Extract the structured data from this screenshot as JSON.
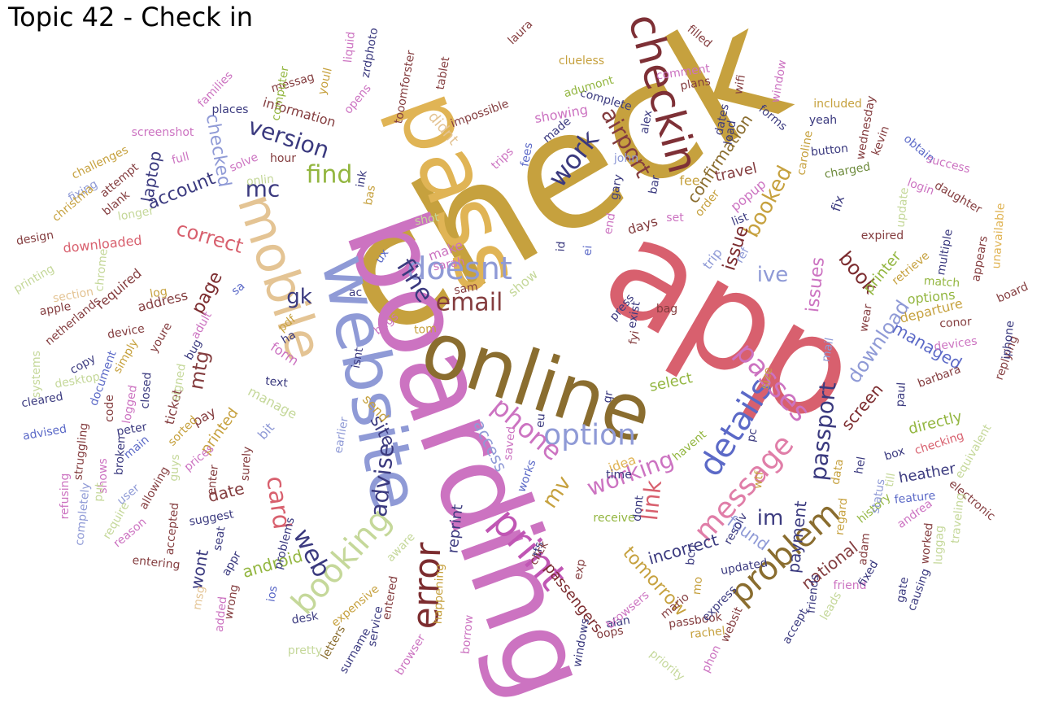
{
  "title": "Topic 42 - Check in",
  "words": [
    {
      "text": "check",
      "color": "#c6a13e"
    },
    {
      "text": "app",
      "color": "#d8606e"
    },
    {
      "text": "boarding",
      "color": "#cc73c1"
    },
    {
      "text": "online",
      "color": "#8a6d2f"
    },
    {
      "text": "pass",
      "color": "#e0b455"
    },
    {
      "text": "website",
      "color": "#8f9ad6"
    },
    {
      "text": "mobile",
      "color": "#e4c494"
    },
    {
      "text": "checkin",
      "color": "#7e3036"
    },
    {
      "text": "booking",
      "color": "#c5d89a"
    },
    {
      "text": "print",
      "color": "#c056b4"
    },
    {
      "text": "error",
      "color": "#7c2c2f"
    },
    {
      "text": "option",
      "color": "#8f9ad6"
    },
    {
      "text": "email",
      "color": "#843d3f"
    },
    {
      "text": "problem",
      "color": "#8a6d2f"
    },
    {
      "text": "details",
      "color": "#5b69c7"
    },
    {
      "text": "message",
      "color": "#e07ea8"
    },
    {
      "text": "passport",
      "color": "#3b3a7f"
    },
    {
      "text": "advise",
      "color": "#3b3a7f"
    },
    {
      "text": "card",
      "color": "#d8606e"
    },
    {
      "text": "web",
      "color": "#3b3a7f"
    },
    {
      "text": "doesnt",
      "color": "#8f9ad6"
    },
    {
      "text": "phone",
      "color": "#cc73c1"
    },
    {
      "text": "passes",
      "color": "#cc73c1"
    },
    {
      "text": "link",
      "color": "#d8606e"
    },
    {
      "text": "working",
      "color": "#cc73c1"
    },
    {
      "text": "fine",
      "color": "#3b3a7f"
    },
    {
      "text": "work",
      "color": "#3b3a7f"
    },
    {
      "text": "airport",
      "color": "#843d3f"
    },
    {
      "text": "find",
      "color": "#93b640"
    },
    {
      "text": "version",
      "color": "#3b3a7f"
    },
    {
      "text": "mc",
      "color": "#3b3a7f"
    },
    {
      "text": "gk",
      "color": "#3b3a7f"
    },
    {
      "text": "correct",
      "color": "#d8606e"
    },
    {
      "text": "page",
      "color": "#7c2c2f"
    },
    {
      "text": "mtg",
      "color": "#843d3f"
    },
    {
      "text": "booked",
      "color": "#c6a13e"
    },
    {
      "text": "confirmation",
      "color": "#8a6d2f"
    },
    {
      "text": "ive",
      "color": "#8f9ad6"
    },
    {
      "text": "issues",
      "color": "#cc73c1"
    },
    {
      "text": "download",
      "color": "#8f9ad6"
    },
    {
      "text": "book",
      "color": "#7c2c2f"
    },
    {
      "text": "im",
      "color": "#3b3a7f"
    },
    {
      "text": "found",
      "color": "#8f9ad6"
    },
    {
      "text": "payment",
      "color": "#3b3a7f"
    },
    {
      "text": "tomorrow",
      "color": "#c6a13e"
    },
    {
      "text": "passengers",
      "color": "#7c2c2f"
    },
    {
      "text": "reprint",
      "color": "#3b3a7f"
    },
    {
      "text": "national",
      "color": "#843d3f"
    },
    {
      "text": "managed",
      "color": "#5b69c7"
    },
    {
      "text": "screen",
      "color": "#7c2c2f"
    },
    {
      "text": "account",
      "color": "#3b3a7f"
    },
    {
      "text": "checked",
      "color": "#8f9ad6"
    },
    {
      "text": "date",
      "color": "#843d3f"
    },
    {
      "text": "mv",
      "color": "#c6a13e"
    },
    {
      "text": "site",
      "color": "#3b3a7f"
    },
    {
      "text": "android",
      "color": "#93b640"
    },
    {
      "text": "incorrect",
      "color": "#3b3a7f"
    },
    {
      "text": "wont",
      "color": "#3b3a7f"
    },
    {
      "text": "select",
      "color": "#93b640"
    },
    {
      "text": "directly",
      "color": "#93b640"
    },
    {
      "text": "heather",
      "color": "#3b3a7f"
    },
    {
      "text": "printer",
      "color": "#93b640"
    },
    {
      "text": "options",
      "color": "#93b640"
    },
    {
      "text": "departure",
      "color": "#c6a13e"
    },
    {
      "text": "board",
      "color": "#843d3f"
    },
    {
      "text": "laptop",
      "color": "#3b3a7f"
    },
    {
      "text": "information",
      "color": "#843d3f"
    },
    {
      "text": "downloaded",
      "color": "#d8606e"
    },
    {
      "text": "address",
      "color": "#843d3f"
    },
    {
      "text": "required",
      "color": "#843d3f"
    },
    {
      "text": "printed",
      "color": "#c6a13e"
    },
    {
      "text": "ticket",
      "color": "#843d3f"
    },
    {
      "text": "pay",
      "color": "#843d3f"
    },
    {
      "text": "form",
      "color": "#cc73c1"
    },
    {
      "text": "manage",
      "color": "#c5d89a"
    },
    {
      "text": "text",
      "color": "#3b3a7f"
    },
    {
      "text": "bit",
      "color": "#8f9ad6"
    },
    {
      "text": "send",
      "color": "#c6a13e"
    },
    {
      "text": "access",
      "color": "#8f9ad6"
    },
    {
      "text": "make",
      "color": "#cc73c1"
    },
    {
      "text": "show",
      "color": "#c5d89a"
    },
    {
      "text": "tom",
      "color": "#c6a13e"
    },
    {
      "text": "didnt",
      "color": "#e4c494"
    },
    {
      "text": "showing",
      "color": "#cc73c1"
    },
    {
      "text": "complete",
      "color": "#3b3a7f"
    },
    {
      "text": "adumont",
      "color": "#93b640"
    },
    {
      "text": "clueless",
      "color": "#c6a13e"
    },
    {
      "text": "days",
      "color": "#843d3f"
    },
    {
      "text": "issue",
      "color": "#7c2c2f"
    },
    {
      "text": "travel",
      "color": "#843d3f"
    },
    {
      "text": "popup",
      "color": "#cc73c1"
    },
    {
      "text": "fix",
      "color": "#3b3a7f"
    },
    {
      "text": "charged",
      "color": "#6e8b3d"
    },
    {
      "text": "load",
      "color": "#3b3a7f"
    },
    {
      "text": "dates",
      "color": "#3b3a7f"
    },
    {
      "text": "fee",
      "color": "#c6a13e"
    },
    {
      "text": "trip",
      "color": "#8f9ad6"
    },
    {
      "text": "idea",
      "color": "#e0b455"
    },
    {
      "text": "havent",
      "color": "#93b640"
    },
    {
      "text": "time",
      "color": "#3b3a7f"
    },
    {
      "text": "dont",
      "color": "#3b3a7f"
    },
    {
      "text": "receive",
      "color": "#93b640"
    },
    {
      "text": "suggest",
      "color": "#3b3a7f"
    },
    {
      "text": "seat",
      "color": "#3b3a7f"
    },
    {
      "text": "prices",
      "color": "#cc73c1"
    },
    {
      "text": "guys",
      "color": "#c5d89a"
    },
    {
      "text": "reason",
      "color": "#cc73c1"
    },
    {
      "text": "msg",
      "color": "#e4c494"
    },
    {
      "text": "added",
      "color": "#cc73c1"
    },
    {
      "text": "ios",
      "color": "#5b69c7"
    },
    {
      "text": "problems",
      "color": "#3b3a7f"
    },
    {
      "text": "entered",
      "color": "#843d3f"
    },
    {
      "text": "expensive",
      "color": "#c6a13e"
    },
    {
      "text": "desk",
      "color": "#3b3a7f"
    },
    {
      "text": "service",
      "color": "#3b3a7f"
    },
    {
      "text": "pretty",
      "color": "#c5d89a"
    },
    {
      "text": "letters",
      "color": "#8a6d2f"
    },
    {
      "text": "surname",
      "color": "#3b3a7f"
    },
    {
      "text": "happening",
      "color": "#c6a13e"
    },
    {
      "text": "borrow",
      "color": "#cc73c1"
    },
    {
      "text": "browser",
      "color": "#cc73c1"
    },
    {
      "text": "windows",
      "color": "#3b3a7f"
    },
    {
      "text": "alan",
      "color": "#3b3a7f"
    },
    {
      "text": "oops",
      "color": "#843d3f"
    },
    {
      "text": "browsers",
      "color": "#cc73c1"
    },
    {
      "text": "priority",
      "color": "#c5d89a"
    },
    {
      "text": "mario",
      "color": "#843d3f"
    },
    {
      "text": "passbook",
      "color": "#843d3f"
    },
    {
      "text": "rachel",
      "color": "#c6a13e"
    },
    {
      "text": "express",
      "color": "#3b3a7f"
    },
    {
      "text": "websit",
      "color": "#843d3f"
    },
    {
      "text": "updated",
      "color": "#3b3a7f"
    },
    {
      "text": "friends",
      "color": "#3b3a7f"
    },
    {
      "text": "accept",
      "color": "#3b3a7f"
    },
    {
      "text": "regard",
      "color": "#c6a13e"
    },
    {
      "text": "history",
      "color": "#93b640"
    },
    {
      "text": "feature",
      "color": "#5b69c7"
    },
    {
      "text": "andrea",
      "color": "#cc73c1"
    },
    {
      "text": "worked",
      "color": "#843d3f"
    },
    {
      "text": "electronic",
      "color": "#843d3f"
    },
    {
      "text": "checking",
      "color": "#d8606e"
    },
    {
      "text": "box",
      "color": "#3b3a7f"
    },
    {
      "text": "paul",
      "color": "#3b3a7f"
    },
    {
      "text": "barbara",
      "color": "#843d3f"
    },
    {
      "text": "conor",
      "color": "#843d3f"
    },
    {
      "text": "devices",
      "color": "#cc73c1"
    },
    {
      "text": "replying",
      "color": "#843d3f"
    },
    {
      "text": "iphone",
      "color": "#3b3a7f"
    },
    {
      "text": "multiple",
      "color": "#3b3a7f"
    },
    {
      "text": "appears",
      "color": "#843d3f"
    },
    {
      "text": "unavailable",
      "color": "#e0b455"
    },
    {
      "text": "match",
      "color": "#93b640"
    },
    {
      "text": "retrieve",
      "color": "#c6a13e"
    },
    {
      "text": "expired",
      "color": "#843d3f"
    },
    {
      "text": "login",
      "color": "#cc73c1"
    },
    {
      "text": "update",
      "color": "#c5d89a"
    },
    {
      "text": "daughter",
      "color": "#843d3f"
    },
    {
      "text": "obtain",
      "color": "#5b69c7"
    },
    {
      "text": "success",
      "color": "#cc73c1"
    },
    {
      "text": "wednesday",
      "color": "#843d3f"
    },
    {
      "text": "kevin",
      "color": "#843d3f"
    },
    {
      "text": "included",
      "color": "#c6a13e"
    },
    {
      "text": "yeah",
      "color": "#3b3a7f"
    },
    {
      "text": "button",
      "color": "#3b3a7f"
    },
    {
      "text": "caroline",
      "color": "#c6a13e"
    },
    {
      "text": "window",
      "color": "#cc73c1"
    },
    {
      "text": "forms",
      "color": "#3b3a7f"
    },
    {
      "text": "wifi",
      "color": "#843d3f"
    },
    {
      "text": "plans",
      "color": "#843d3f"
    },
    {
      "text": "comment",
      "color": "#cc73c1"
    },
    {
      "text": "filled",
      "color": "#843d3f"
    },
    {
      "text": "list",
      "color": "#3b3a7f"
    },
    {
      "text": "order",
      "color": "#c6a13e"
    },
    {
      "text": "john",
      "color": "#8f9ad6"
    },
    {
      "text": "gary",
      "color": "#3b3a7f"
    },
    {
      "text": "bar",
      "color": "#3b3a7f"
    },
    {
      "text": "alex",
      "color": "#3b3a7f"
    },
    {
      "text": "made",
      "color": "#3b3a7f"
    },
    {
      "text": "fees",
      "color": "#5b69c7"
    },
    {
      "text": "trips",
      "color": "#cc73c1"
    },
    {
      "text": "impossible",
      "color": "#843d3f"
    },
    {
      "text": "tablet",
      "color": "#843d3f"
    },
    {
      "text": "tooomforster",
      "color": "#843d3f"
    },
    {
      "text": "zrdphoto",
      "color": "#3b3a7f"
    },
    {
      "text": "liquid",
      "color": "#cc73c1"
    },
    {
      "text": "laura",
      "color": "#843d3f"
    },
    {
      "text": "opens",
      "color": "#cc73c1"
    },
    {
      "text": "youll",
      "color": "#c6a13e"
    },
    {
      "text": "messag",
      "color": "#843d3f"
    },
    {
      "text": "computer",
      "color": "#93b640"
    },
    {
      "text": "places",
      "color": "#3b3a7f"
    },
    {
      "text": "families",
      "color": "#cc73c1"
    },
    {
      "text": "screenshot",
      "color": "#cc73c1"
    },
    {
      "text": "challenges",
      "color": "#c6a13e"
    },
    {
      "text": "full",
      "color": "#cc73c1"
    },
    {
      "text": "solve",
      "color": "#cc73c1"
    },
    {
      "text": "onlin",
      "color": "#c5d89a"
    },
    {
      "text": "hour",
      "color": "#843d3f"
    },
    {
      "text": "attempt",
      "color": "#843d3f"
    },
    {
      "text": "fixing",
      "color": "#8f9ad6"
    },
    {
      "text": "blank",
      "color": "#843d3f"
    },
    {
      "text": "christma",
      "color": "#c6a13e"
    },
    {
      "text": "longer",
      "color": "#c5d89a"
    },
    {
      "text": "design",
      "color": "#843d3f"
    },
    {
      "text": "chrome",
      "color": "#c5d89a"
    },
    {
      "text": "printing",
      "color": "#c5d89a"
    },
    {
      "text": "section",
      "color": "#e4c494"
    },
    {
      "text": "log",
      "color": "#c6a13e"
    },
    {
      "text": "apple",
      "color": "#843d3f"
    },
    {
      "text": "netherlands",
      "color": "#843d3f"
    },
    {
      "text": "device",
      "color": "#843d3f"
    },
    {
      "text": "youre",
      "color": "#843d3f"
    },
    {
      "text": "adult",
      "color": "#cc73c1"
    },
    {
      "text": "simply",
      "color": "#c6a13e"
    },
    {
      "text": "document",
      "color": "#5b69c7"
    },
    {
      "text": "copy",
      "color": "#3b3a7f"
    },
    {
      "text": "systems",
      "color": "#c5d89a"
    },
    {
      "text": "desktop",
      "color": "#c5d89a"
    },
    {
      "text": "cleared",
      "color": "#3b3a7f"
    },
    {
      "text": "code",
      "color": "#843d3f"
    },
    {
      "text": "advised",
      "color": "#5b69c7"
    },
    {
      "text": "bug",
      "color": "#3b3a7f"
    },
    {
      "text": "logged",
      "color": "#cc73c1"
    },
    {
      "text": "closed",
      "color": "#3b3a7f"
    },
    {
      "text": "signed",
      "color": "#c5d89a"
    },
    {
      "text": "peter",
      "color": "#3b3a7f"
    },
    {
      "text": "main",
      "color": "#5b69c7"
    },
    {
      "text": "struggling",
      "color": "#843d3f"
    },
    {
      "text": "refusing",
      "color": "#cc73c1"
    },
    {
      "text": "completely",
      "color": "#8f9ad6"
    },
    {
      "text": "require",
      "color": "#c5d89a"
    },
    {
      "text": "user",
      "color": "#8f9ad6"
    },
    {
      "text": "broken",
      "color": "#3b3a7f"
    },
    {
      "text": "accepted",
      "color": "#843d3f"
    },
    {
      "text": "entering",
      "color": "#843d3f"
    },
    {
      "text": "allowing",
      "color": "#843d3f"
    },
    {
      "text": "sorted",
      "color": "#c6a13e"
    },
    {
      "text": "enter",
      "color": "#843d3f"
    },
    {
      "text": "surely",
      "color": "#843d3f"
    },
    {
      "text": "earlier",
      "color": "#8f9ad6"
    },
    {
      "text": "saved",
      "color": "#cc73c1"
    },
    {
      "text": "works",
      "color": "#5b69c7"
    },
    {
      "text": "aware",
      "color": "#c5d89a"
    },
    {
      "text": "exp",
      "color": "#843d3f"
    },
    {
      "text": "sam",
      "color": "#843d3f"
    },
    {
      "text": "sarah",
      "color": "#cc73c1"
    },
    {
      "text": "shot",
      "color": "#c5d89a"
    },
    {
      "text": "isnt",
      "color": "#3b3a7f"
    },
    {
      "text": "eu",
      "color": "#3b3a7f"
    },
    {
      "text": "qr",
      "color": "#3b3a7f"
    },
    {
      "text": "fyi",
      "color": "#843d3f"
    },
    {
      "text": "bag",
      "color": "#843d3f"
    },
    {
      "text": "press",
      "color": "#3b3a7f"
    },
    {
      "text": "mail",
      "color": "#8f9ad6"
    },
    {
      "text": "wear",
      "color": "#843d3f"
    },
    {
      "text": "size",
      "color": "#c6a13e"
    },
    {
      "text": "pc",
      "color": "#3b3a7f"
    },
    {
      "text": "wtf",
      "color": "#c6a13e"
    },
    {
      "text": "data",
      "color": "#c6a13e"
    },
    {
      "text": "hel",
      "color": "#3b3a7f"
    },
    {
      "text": "status",
      "color": "#8f9ad6"
    },
    {
      "text": "till",
      "color": "#c5d89a"
    },
    {
      "text": "adam",
      "color": "#843d3f"
    },
    {
      "text": "resolv",
      "color": "#3b3a7f"
    },
    {
      "text": "bcn",
      "color": "#3b3a7f"
    },
    {
      "text": "mo",
      "color": "#c6a13e"
    },
    {
      "text": "friend",
      "color": "#cc73c1"
    },
    {
      "text": "leads",
      "color": "#c5d89a"
    },
    {
      "text": "fixed",
      "color": "#3b3a7f"
    },
    {
      "text": "gate",
      "color": "#3b3a7f"
    },
    {
      "text": "luggag",
      "color": "#c5d89a"
    },
    {
      "text": "causing",
      "color": "#3b3a7f"
    },
    {
      "text": "traveling",
      "color": "#c5d89a"
    },
    {
      "text": "equivalent",
      "color": "#c5d89a"
    },
    {
      "text": "phon",
      "color": "#cc73c1"
    },
    {
      "text": "set",
      "color": "#cc73c1"
    },
    {
      "text": "end",
      "color": "#cc73c1"
    },
    {
      "text": "ref",
      "color": "#8f9ad6"
    },
    {
      "text": "pdf",
      "color": "#c6a13e"
    },
    {
      "text": "ha",
      "color": "#3b3a7f"
    },
    {
      "text": "ux",
      "color": "#5b69c7"
    },
    {
      "text": "bags",
      "color": "#cc73c1"
    },
    {
      "text": "ac",
      "color": "#3b3a7f"
    },
    {
      "text": "sa",
      "color": "#5b69c7"
    },
    {
      "text": "id",
      "color": "#3b3a7f"
    },
    {
      "text": "ei",
      "color": "#5b69c7"
    },
    {
      "text": "tfs",
      "color": "#3b3a7f"
    },
    {
      "text": "click",
      "color": "#843d3f"
    },
    {
      "text": "ink",
      "color": "#3b3a7f"
    },
    {
      "text": "bas",
      "color": "#c6a13e"
    },
    {
      "text": "exist",
      "color": "#3b3a7f"
    },
    {
      "text": "appr",
      "color": "#3b3a7f"
    },
    {
      "text": "shows",
      "color": "#cc73c1"
    },
    {
      "text": "put",
      "color": "#c5d89a"
    },
    {
      "text": "wrong",
      "color": "#843d3f"
    }
  ]
}
